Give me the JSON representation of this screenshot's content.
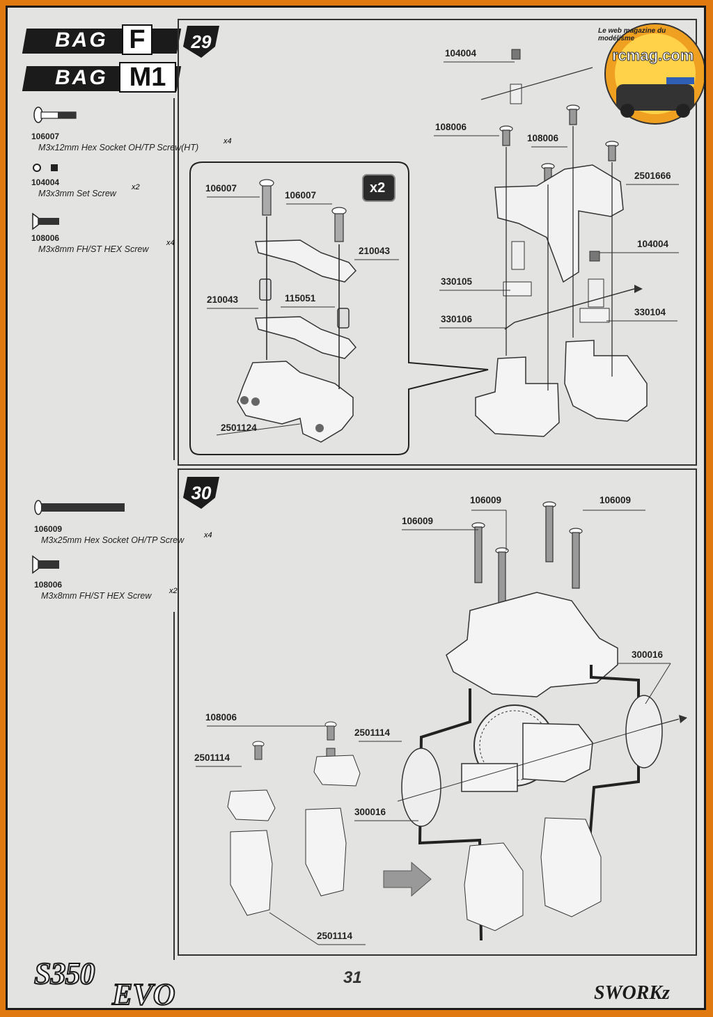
{
  "bag_header": {
    "bag1_label": "BAG",
    "bag1_letter": "F",
    "bag2_label": "BAG",
    "bag2_letter": "M1"
  },
  "step29": {
    "number": "29",
    "parts": [
      {
        "code": "106007",
        "desc": "M3x12mm Hex Socket OH/TP Screw(HT)",
        "qty": "x4"
      },
      {
        "code": "104004",
        "desc": "M3x3mm Set Screw",
        "qty": "x2"
      },
      {
        "code": "108006",
        "desc": "M3x8mm FH/ST HEX Screw",
        "qty": "x4"
      }
    ],
    "inset_multiplier": "x2",
    "inset_callouts": {
      "screw_left": "106007",
      "screw_right": "106007",
      "plate_top": "210043",
      "plate_bottom": "210043",
      "spring": "115051",
      "block": "2501124"
    },
    "main_callouts": {
      "set_screw_top": "104004",
      "screw_left": "108006",
      "screw_mid": "108006",
      "plate": "2501666",
      "set_screw_right": "104004",
      "post_left": "330105",
      "pin": "330106",
      "post_right": "330104"
    }
  },
  "step30": {
    "number": "30",
    "parts": [
      {
        "code": "106009",
        "desc": "M3x25mm Hex Socket OH/TP Screw",
        "qty": "x4"
      },
      {
        "code": "108006",
        "desc": "M3x8mm FH/ST HEX Screw",
        "qty": "x2"
      }
    ],
    "callouts": {
      "screw_top_left": "106009",
      "screw_top_mid": "106009",
      "screw_top_right": "106009",
      "disc_right": "300016",
      "disc_left": "300016",
      "screw_small": "108006",
      "cap_left": "2501114",
      "cap_right": "2501114",
      "blocks": "2501114"
    }
  },
  "footer": {
    "page_number": "31",
    "model_name": "S350",
    "model_suffix": "EVO",
    "brand": "SWORKz"
  },
  "watermark": {
    "site": "rcmag.com",
    "tagline": "Le web magazine du modélisme"
  },
  "colors": {
    "frame": "#e07a10",
    "paper": "#e3e3e1",
    "ink": "#1b1b1b"
  }
}
